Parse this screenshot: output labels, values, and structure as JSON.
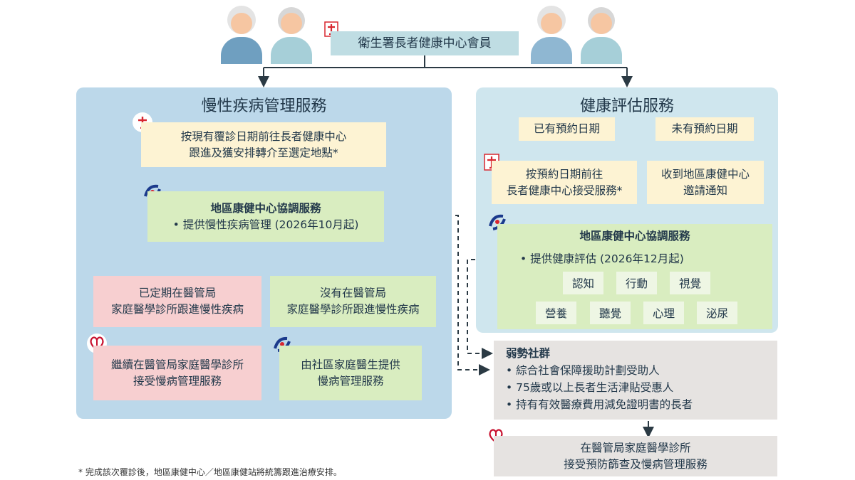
{
  "header": {
    "membership_label": "衛生署長者健康中心會員"
  },
  "left_panel": {
    "title": "慢性疾病管理服務",
    "step1": [
      "按現有覆診日期前往長者健康中心",
      "跟進及獲安排轉介至選定地點*"
    ],
    "dhc": {
      "title": "地區康健中心協調服務",
      "bullet": "提供慢性疾病管理 (2026年10月起)"
    },
    "branch_a": {
      "condition": [
        "已定期在醫管局",
        "家庭醫學診所跟進慢性疾病"
      ],
      "result": [
        "繼續在醫管局家庭醫學診所",
        "接受慢病管理服務"
      ]
    },
    "branch_b": {
      "condition": [
        "沒有在醫管局",
        "家庭醫學診所跟進慢性疾病"
      ],
      "result": [
        "由社區家庭醫生提供",
        "慢病管理服務"
      ]
    }
  },
  "right_panel": {
    "title": "健康評估服務",
    "with_appointment": "已有預約日期",
    "without_appointment": "未有預約日期",
    "with_step": [
      "按預約日期前往",
      "長者健康中心接受服務*"
    ],
    "without_step": [
      "收到地區康健中心",
      "邀請通知"
    ],
    "dhc": {
      "title": "地區康健中心協調服務",
      "bullet": "提供健康評估 (2026年12月起)",
      "domains_row1": [
        "認知",
        "行動",
        "視覺"
      ],
      "domains_row2": [
        "營養",
        "聽覺",
        "心理",
        "泌尿"
      ]
    }
  },
  "vulnerable": {
    "title": "弱勢社群",
    "items": [
      "綜合社會保障援助計劃受助人",
      "75歲或以上長者生活津貼受惠人",
      "持有有效醫療費用減免證明書的長者"
    ],
    "result": [
      "在醫管局家庭醫學診所",
      "接受預防篩查及慢病管理服務"
    ]
  },
  "footnote": "* 完成該次覆診後，地區康健中心／地區康健站將統籌跟進治療安排。",
  "colors": {
    "left_panel": "#bcd8ea",
    "right_panel": "#cfe6ee",
    "yellow": "#fdf3d3",
    "green": "#d9edc0",
    "pink": "#f7cfd0",
    "grey": "#e6e3e1",
    "dh_red": "#d8262f",
    "dhc_navy": "#1b3a8c",
    "ha_red": "#c8102e"
  },
  "icons": [
    "elderly-woman-icon",
    "elderly-man-icon",
    "department-of-health-logo-icon",
    "district-health-centre-logo-icon",
    "hospital-authority-logo-icon"
  ]
}
